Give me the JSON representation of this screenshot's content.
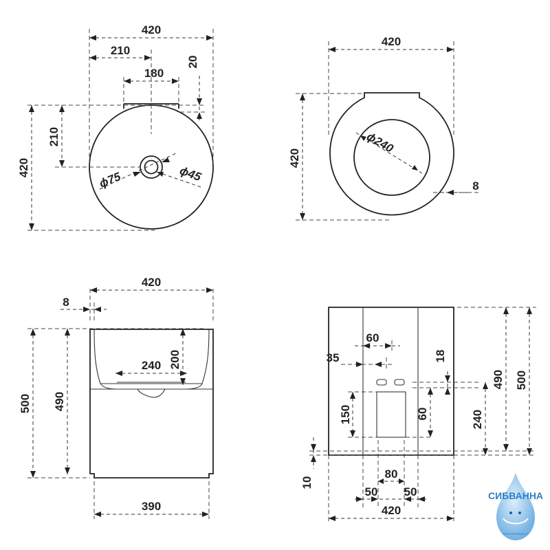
{
  "top_view": {
    "width": "420",
    "half_width": "210",
    "tap_spacing": "180",
    "rim_offset": "20",
    "height": "420",
    "center_offset": "210",
    "outer_diameter": "ϕ75",
    "drain_diameter": "ϕ45"
  },
  "bottom_view": {
    "width": "420",
    "height": "420",
    "bowl_diameter": "ϕ240",
    "wall": "8"
  },
  "side_view": {
    "width": "420",
    "wall": "8",
    "height": "500",
    "inner_height": "490",
    "bowl_width": "240",
    "bowl_depth": "200",
    "base_width": "390"
  },
  "front_view": {
    "width": "420",
    "opening_width": "60",
    "hole_offset": "35",
    "hole_depth": "18",
    "height_inner": "490",
    "height": "500",
    "panel_height": "150",
    "panel_offset": "60",
    "base_to_holes": "240",
    "plinth": "10",
    "slot_width": "80",
    "left_gap": "50",
    "right_gap": "50"
  },
  "logo": {
    "name": "СИБВАННА",
    "url": "www.sibvanna.ru"
  }
}
